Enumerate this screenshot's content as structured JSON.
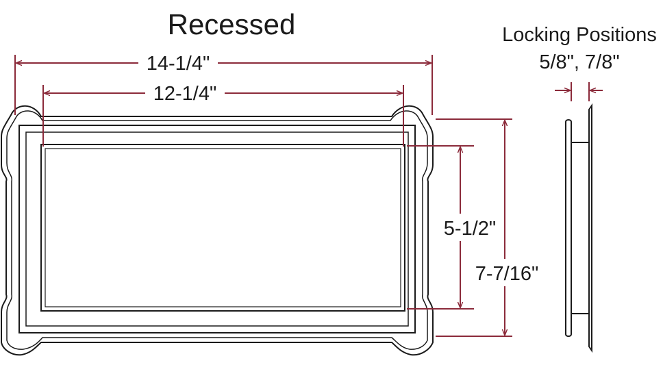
{
  "diagram": {
    "title": "Recessed",
    "dimensions": {
      "outer_width": "14-1/4\"",
      "inner_width": "12-1/4\"",
      "inner_height": "5-1/2\"",
      "outer_height": "7-7/16\""
    },
    "side_view": {
      "heading": "Locking Positions",
      "positions": "5/8\", 7/8\""
    }
  },
  "colors": {
    "dimension_line": "#8b2a3a",
    "outline": "#1a1a1a",
    "background": "#ffffff"
  }
}
